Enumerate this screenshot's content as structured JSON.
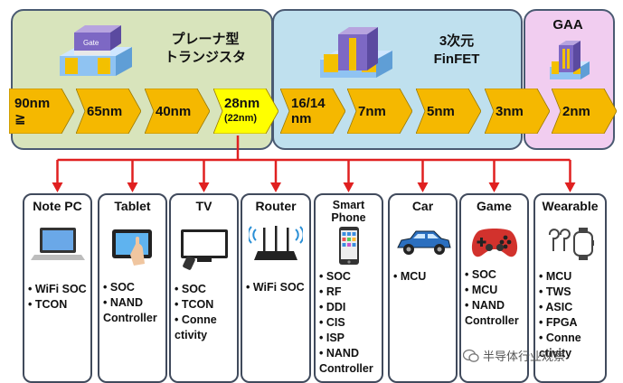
{
  "sections": {
    "planar": {
      "line1": "プレーナ型",
      "line2": "トランジスタ",
      "gate_label": "Gate"
    },
    "finfet": {
      "line1": "3次元",
      "line2": "FinFET"
    },
    "gaa": {
      "title": "GAA"
    }
  },
  "nodes": [
    {
      "label": "90nm",
      "sub": "≧"
    },
    {
      "label": "65nm",
      "sub": ""
    },
    {
      "label": "40nm",
      "sub": ""
    },
    {
      "label": "28nm",
      "sub": "(22nm)",
      "highlight": true
    },
    {
      "label": "16/14",
      "sub": "nm"
    },
    {
      "label": "7nm",
      "sub": ""
    },
    {
      "label": "5nm",
      "sub": ""
    },
    {
      "label": "3nm",
      "sub": ""
    },
    {
      "label": "2nm",
      "sub": ""
    }
  ],
  "colors": {
    "chevron": "#f5b800",
    "chevron_highlight": "#ffff00",
    "arrow": "#e02020",
    "planar_bg": "#d8e4bc",
    "finfet_bg": "#bfe0ee",
    "gaa_bg": "#f1cdf0"
  },
  "devices": [
    {
      "title": "Note PC",
      "icon": "laptop-icon",
      "items": [
        "WiFi SOC",
        "TCON"
      ]
    },
    {
      "title": "Tablet",
      "icon": "tablet-icon",
      "items": [
        "SOC",
        "NAND",
        "Controller"
      ]
    },
    {
      "title": "TV",
      "icon": "tv-icon",
      "items": [
        "SOC",
        "TCON",
        "Conne",
        "ctivity"
      ]
    },
    {
      "title": "Router",
      "icon": "router-icon",
      "items": [
        "WiFi SOC"
      ]
    },
    {
      "title": "Smart\nPhone",
      "icon": "smartphone-icon",
      "items": [
        "SOC",
        "RF",
        "DDI",
        "CIS",
        "ISP",
        "NAND",
        "Controller"
      ]
    },
    {
      "title": "Car",
      "icon": "car-icon",
      "items": [
        "MCU"
      ]
    },
    {
      "title": "Game",
      "icon": "gamepad-icon",
      "items": [
        "SOC",
        "MCU",
        "NAND",
        "Controller"
      ]
    },
    {
      "title": "Wearable",
      "icon": "watch-earbuds-icon",
      "items": [
        "MCU",
        "TWS",
        "ASIC",
        "FPGA",
        "Conne",
        "ctivity"
      ]
    }
  ],
  "watermark": "半导体行业观察"
}
